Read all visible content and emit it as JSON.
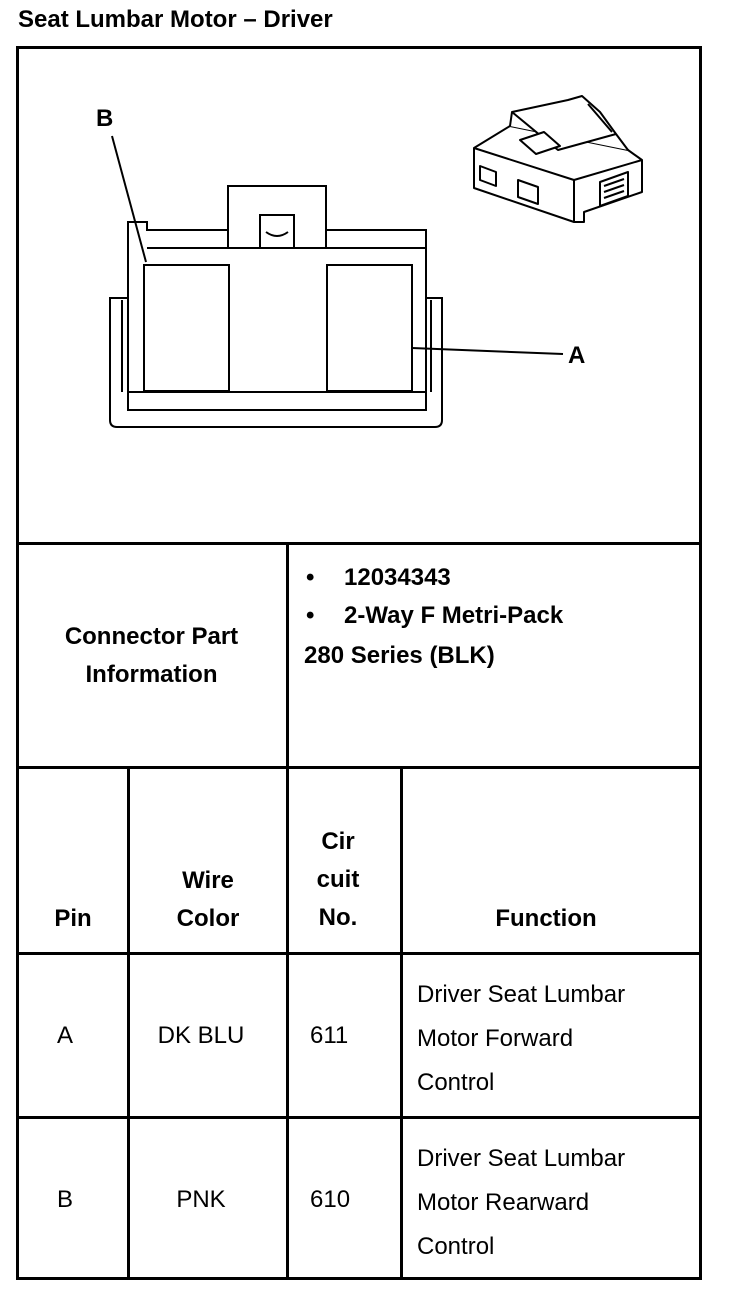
{
  "title": "Seat Lumbar Motor – Driver",
  "diagram": {
    "label_b": "B",
    "label_a": "A"
  },
  "connector_info": {
    "heading_line1": "Connector Part",
    "heading_line2": "Information",
    "bullet_char": "•",
    "part_number": "12034343",
    "description_line1": "2-Way F Metri-Pack",
    "description_line2": "280 Series (BLK)"
  },
  "table": {
    "headers": {
      "pin": "Pin",
      "wire_color_line1": "Wire",
      "wire_color_line2": "Color",
      "circuit_line1": "Cir",
      "circuit_line2": "cuit",
      "circuit_line3": "No.",
      "function": "Function"
    },
    "rows": [
      {
        "pin": "A",
        "wire_color": "DK BLU",
        "circuit": "611",
        "function_line1": "Driver Seat Lumbar",
        "function_line2": "Motor Forward",
        "function_line3": "Control"
      },
      {
        "pin": "B",
        "wire_color": "PNK",
        "circuit": "610",
        "function_line1": "Driver Seat Lumbar",
        "function_line2": "Motor Rearward",
        "function_line3": "Control"
      }
    ]
  }
}
